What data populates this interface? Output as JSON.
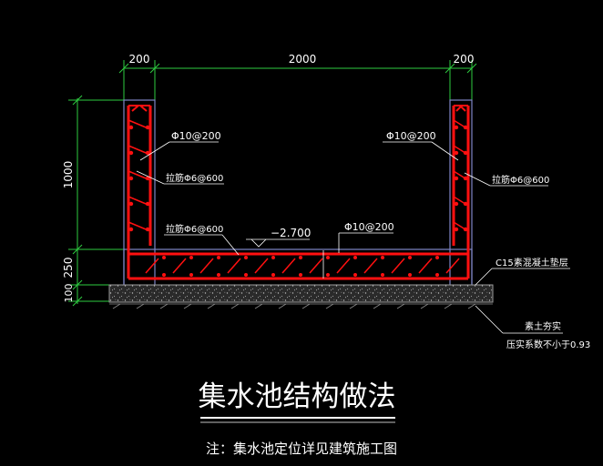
{
  "dimensions": {
    "top": [
      "200",
      "2000",
      "200"
    ],
    "left": [
      "1000",
      "250",
      "100"
    ]
  },
  "labels": {
    "rebar_left": "Φ10@200",
    "rebar_right": "Φ10@200",
    "tie_left": "拉筋Φ6@600",
    "tie_right": "拉筋Φ6@600",
    "tie_bottom": "拉筋Φ6@600",
    "elevation": "−2.700",
    "rebar_bottom": "Φ10@200",
    "cushion": "C15素混凝土垫层",
    "soil_line1": "素土夯实",
    "soil_line2": "压实系数不小于0.93"
  },
  "title": "集水池结构做法",
  "note": "注：集水池定位详见建筑施工图",
  "colors": {
    "background": "#000000",
    "rebar": "#ff1010",
    "dimension": "#2ecc40",
    "outline": "#7f86c6",
    "text": "#ffffff"
  }
}
